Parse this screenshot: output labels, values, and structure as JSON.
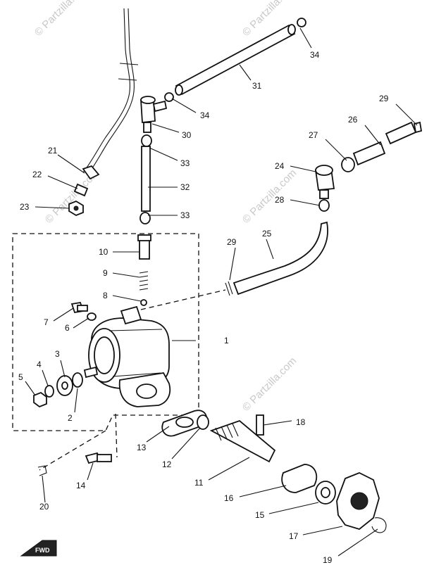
{
  "watermark": {
    "text": "© Partzilla.com"
  },
  "direction_label": "FWD",
  "callouts": [
    {
      "id": "p1",
      "text": "1"
    },
    {
      "id": "p2",
      "text": "2"
    },
    {
      "id": "p3",
      "text": "3"
    },
    {
      "id": "p4",
      "text": "4"
    },
    {
      "id": "p5",
      "text": "5"
    },
    {
      "id": "p6",
      "text": "6"
    },
    {
      "id": "p7",
      "text": "7"
    },
    {
      "id": "p8",
      "text": "8"
    },
    {
      "id": "p9",
      "text": "9"
    },
    {
      "id": "p10",
      "text": "10"
    },
    {
      "id": "p11",
      "text": "11"
    },
    {
      "id": "p12",
      "text": "12"
    },
    {
      "id": "p13",
      "text": "13"
    },
    {
      "id": "p14",
      "text": "14"
    },
    {
      "id": "p15",
      "text": "15"
    },
    {
      "id": "p16",
      "text": "16"
    },
    {
      "id": "p17",
      "text": "17"
    },
    {
      "id": "p18",
      "text": "18"
    },
    {
      "id": "p19",
      "text": "19"
    },
    {
      "id": "p20",
      "text": "20"
    },
    {
      "id": "p21",
      "text": "21"
    },
    {
      "id": "p22",
      "text": "22"
    },
    {
      "id": "p23",
      "text": "23"
    },
    {
      "id": "p24",
      "text": "24"
    },
    {
      "id": "p25",
      "text": "25"
    },
    {
      "id": "p26",
      "text": "26"
    },
    {
      "id": "p27",
      "text": "27"
    },
    {
      "id": "p28",
      "text": "28"
    },
    {
      "id": "p29a",
      "text": "29"
    },
    {
      "id": "p29b",
      "text": "29"
    },
    {
      "id": "p30",
      "text": "30"
    },
    {
      "id": "p31",
      "text": "31"
    },
    {
      "id": "p32",
      "text": "32"
    },
    {
      "id": "p33a",
      "text": "33"
    },
    {
      "id": "p33b",
      "text": "33"
    },
    {
      "id": "p34a",
      "text": "34"
    },
    {
      "id": "p34b",
      "text": "34"
    }
  ]
}
